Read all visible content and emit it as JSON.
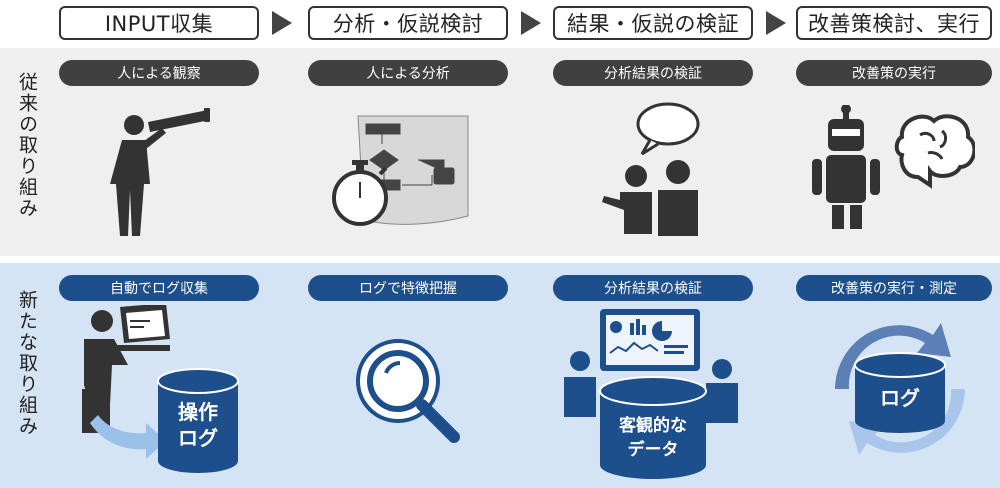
{
  "phases": [
    "INPUT収集",
    "分析・仮説検討",
    "結果・仮説の検証",
    "改善策検討、実行"
  ],
  "rows": {
    "traditional": {
      "label": "従来の取り組み",
      "items": [
        "人による観察",
        "人による分析",
        "分析結果の検証",
        "改善策の実行"
      ]
    },
    "new": {
      "label": "新たな取り組み",
      "items": [
        "自動でログ収集",
        "ログで特徴把握",
        "分析結果の検証",
        "改善策の実行・測定"
      ]
    }
  },
  "db_labels": {
    "log_db_line1": "操作",
    "log_db_line2": "ログ",
    "data_db_line1": "客観的な",
    "data_db_line2": "データ",
    "cycle_db": "ログ"
  },
  "colors": {
    "dark": "#404040",
    "blue": "#1d4f8c",
    "old_band": "#efefef",
    "new_band": "#d4e4f4"
  }
}
